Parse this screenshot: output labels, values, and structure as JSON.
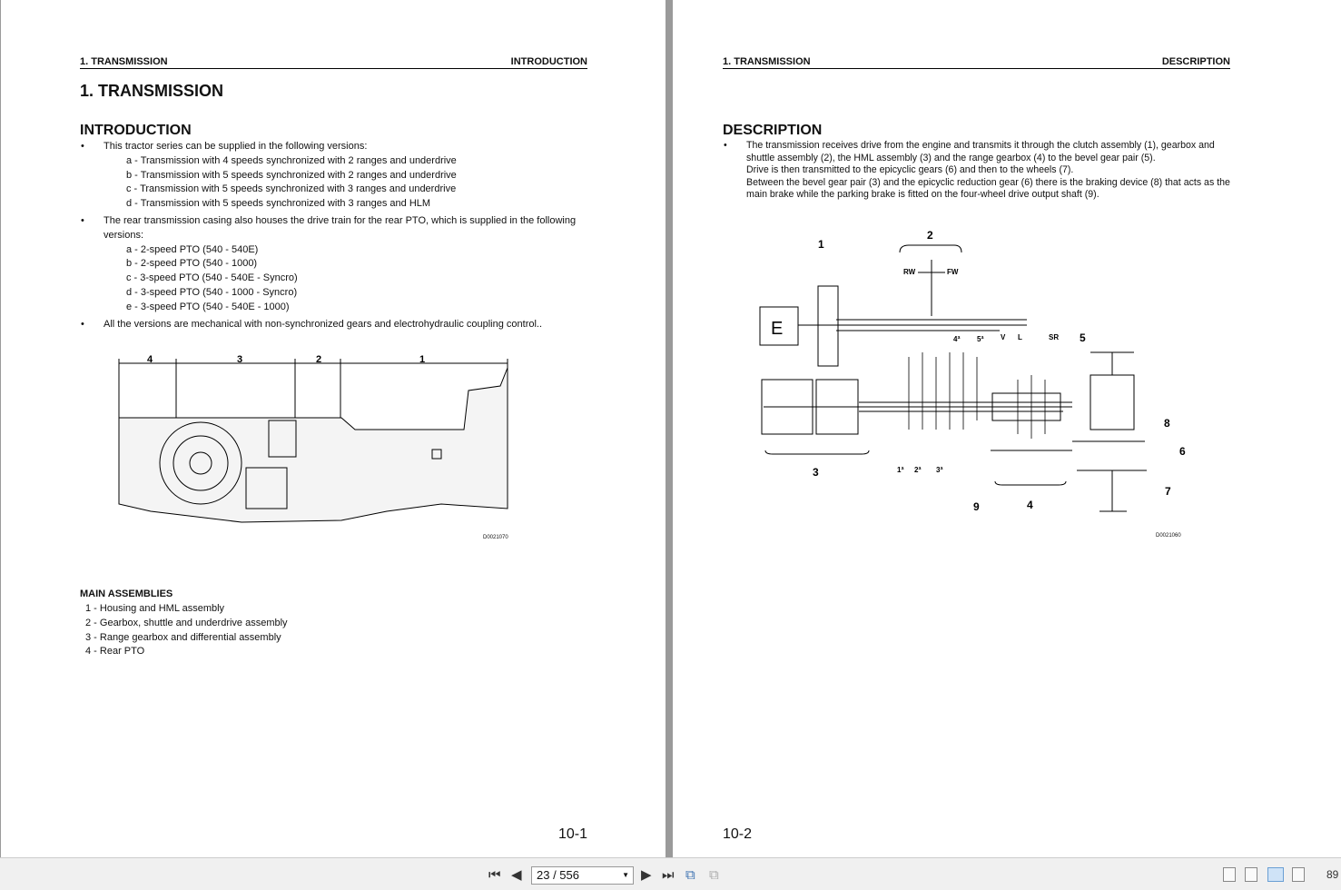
{
  "left_page": {
    "header_left": "1. TRANSMISSION",
    "header_right": "INTRODUCTION",
    "title": "1. TRANSMISSION",
    "section": "INTRODUCTION",
    "bullets": [
      {
        "text": "This tractor series can be supplied in the following versions:",
        "items": [
          "a -  Transmission with 4 speeds synchronized with 2 ranges and underdrive",
          "b -  Transmission with 5 speeds synchronized with 2 ranges and underdrive",
          "c -  Transmission with 5 speeds synchronized with 3 ranges and underdrive",
          "d -  Transmission with 5 speeds synchronized with 3 ranges and HLM"
        ]
      },
      {
        "text": "The rear transmission casing also houses the drive train for the rear PTO, which is supplied in the following versions:",
        "items": [
          "a -  2-speed PTO (540 - 540E)",
          "b -  2-speed PTO (540 - 1000)",
          "c -  3-speed PTO (540 - 540E - Syncro)",
          "d -  3-speed PTO (540 - 1000 - Syncro)",
          "e -  3-speed PTO (540 - 540E - 1000)"
        ]
      },
      {
        "text": "All the versions are mechanical with non-synchronized gears and electrohydraulic coupling control..",
        "items": []
      }
    ],
    "figure": {
      "labels": [
        "4",
        "3",
        "2",
        "1"
      ],
      "id": "D0021070"
    },
    "assemblies_title": "MAIN ASSEMBLIES",
    "assemblies": [
      "1 -  Housing and HML assembly",
      "2 -  Gearbox, shuttle and underdrive assembly",
      "3 -  Range gearbox and differential assembly",
      "4 -  Rear PTO"
    ],
    "page_number": "10-1"
  },
  "right_page": {
    "header_left": "1. TRANSMISSION",
    "header_right": "DESCRIPTION",
    "section": "DESCRIPTION",
    "paragraph": [
      "The transmission receives drive from the engine and transmits it through the clutch assembly (1), gearbox and shuttle assembly (2), the HML assembly (3) and the range gearbox (4) to the bevel gear pair (5).",
      "Drive is then transmitted to the epicyclic gears (6) and then to the wheels (7).",
      "Between the bevel gear pair (3) and the epicyclic reduction gear (6) there is the braking device (8) that acts as the main brake while the parking brake is fitted on the four-wheel drive output shaft (9)."
    ],
    "figure": {
      "engine": "E",
      "callouts": [
        "1",
        "2",
        "3",
        "4",
        "5",
        "6",
        "7",
        "8",
        "9"
      ],
      "rw": "RW",
      "fw": "FW",
      "gears_top": [
        "4ª",
        "5ª"
      ],
      "ranges": [
        "V",
        "L",
        "SR"
      ],
      "gears_bottom": [
        "1ª",
        "2ª",
        "3ª"
      ],
      "id": "D0021060"
    },
    "page_number": "10-2"
  },
  "toolbar": {
    "page_field": "23 / 556",
    "zoom": "89"
  }
}
